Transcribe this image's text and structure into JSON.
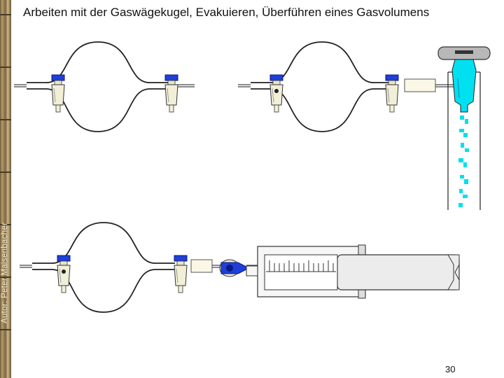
{
  "slide": {
    "title": "Arbeiten mit der Gaswägekugel, Evakuieren, Überführen eines Gasvolumens",
    "author": "Autor: Peter Maisenbacher",
    "page_number": "30"
  },
  "colors": {
    "stopcock_cap": "#1f3fd8",
    "water": "#00e0f0",
    "glass": "#222222",
    "sidebar": "#a08a5a"
  },
  "figures": [
    {
      "id": "flask-closed",
      "description_icons": [
        "gas-sphere",
        "stopcock-left",
        "stopcock-right"
      ]
    },
    {
      "id": "flask-evacuation",
      "description_icons": [
        "gas-sphere",
        "stopcock-left",
        "stopcock-right",
        "hose-connector",
        "water-jet-pump"
      ]
    },
    {
      "id": "flask-syringe-transfer",
      "description_icons": [
        "gas-sphere",
        "stopcock-left",
        "stopcock-right",
        "hose-connector",
        "three-way-valve",
        "gas-syringe"
      ]
    }
  ]
}
